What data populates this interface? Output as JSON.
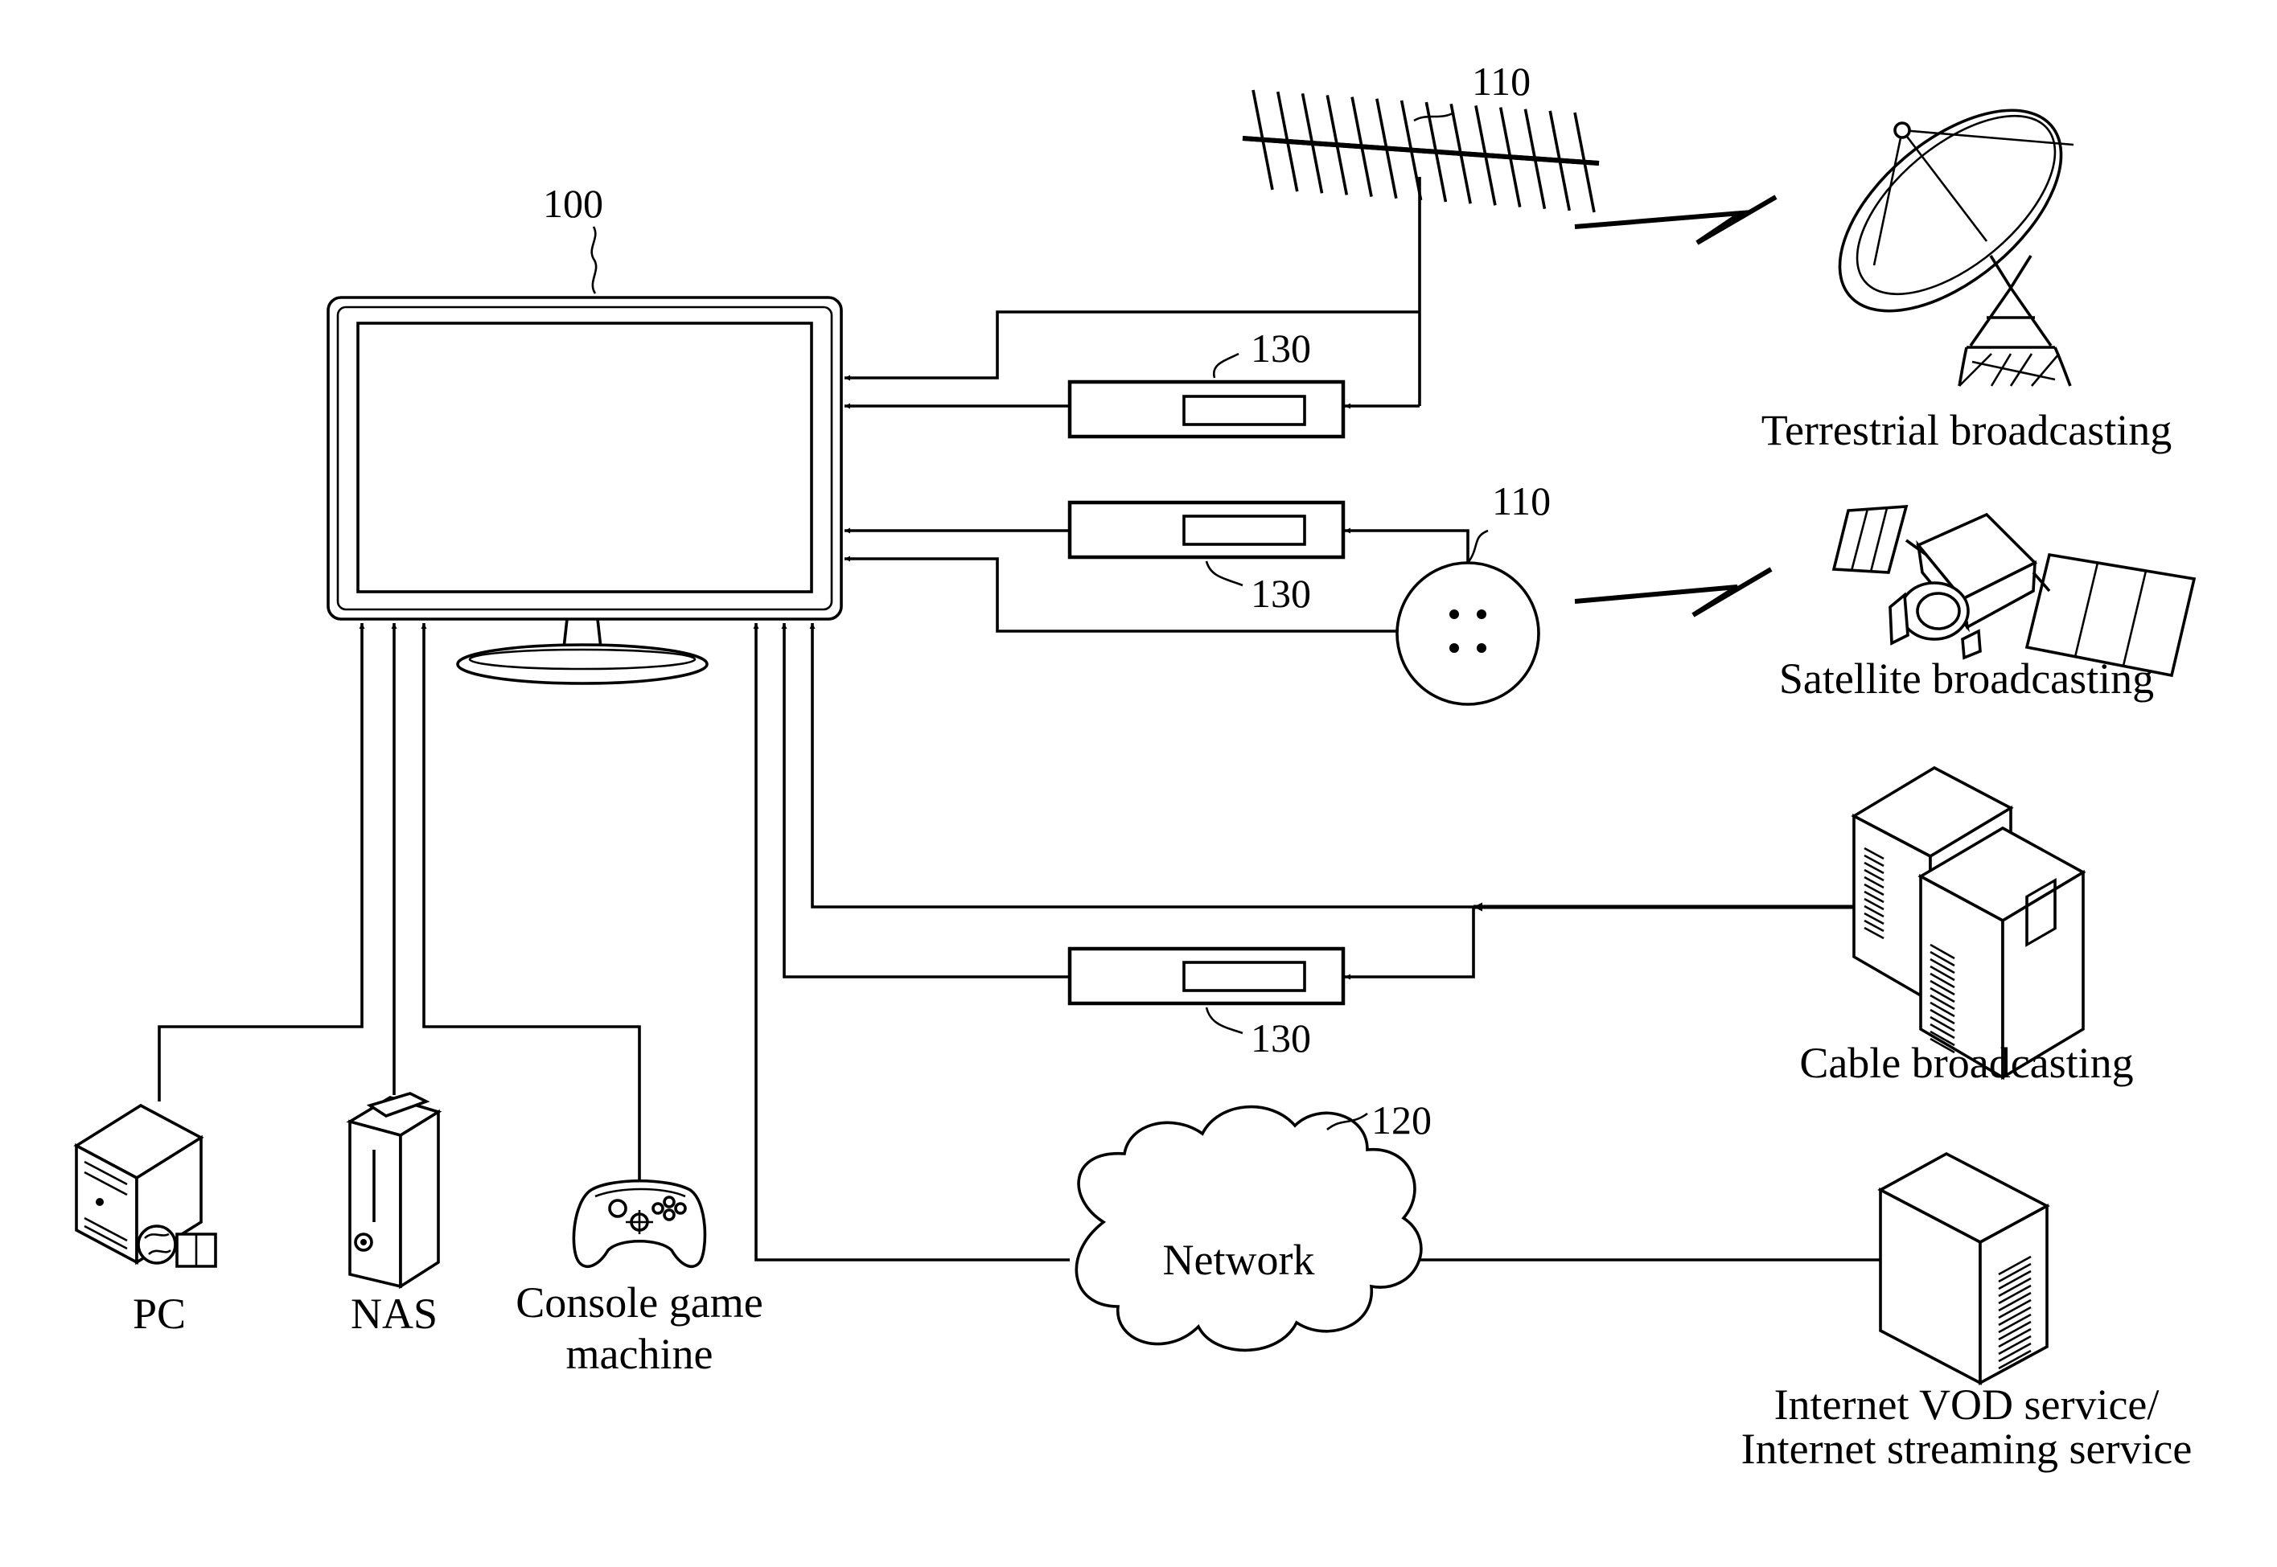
{
  "refs": {
    "display": "100",
    "antenna": "110",
    "dish": "110",
    "network": "120",
    "stb_top": "130",
    "stb_mid": "130",
    "stb_bottom": "130"
  },
  "labels": {
    "terrestrial": "Terrestrial broadcasting",
    "satellite": "Satellite broadcasting",
    "cable": "Cable broadcasting",
    "network": "Network",
    "vod_line1": "Internet VOD service/",
    "vod_line2": "Internet streaming service",
    "pc": "PC",
    "nas": "NAS",
    "console_line1": "Console game",
    "console_line2": "machine"
  }
}
